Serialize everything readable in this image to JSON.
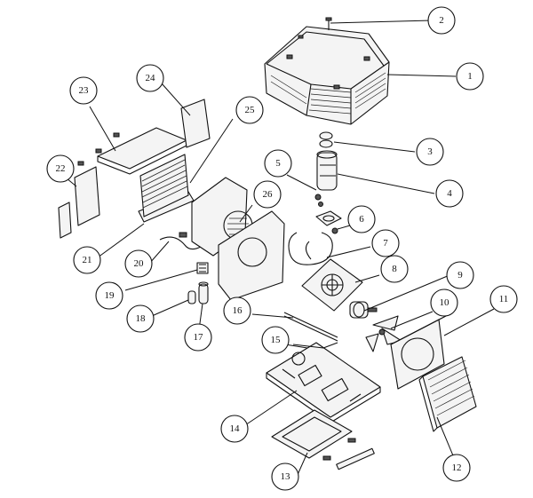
{
  "callouts": [
    {
      "id": 1,
      "number": "1"
    },
    {
      "id": 2,
      "number": "2"
    },
    {
      "id": 3,
      "number": "3"
    },
    {
      "id": 4,
      "number": "4"
    },
    {
      "id": 5,
      "number": "5"
    },
    {
      "id": 6,
      "number": "6"
    },
    {
      "id": 7,
      "number": "7"
    },
    {
      "id": 8,
      "number": "8"
    },
    {
      "id": 9,
      "number": "9"
    },
    {
      "id": 10,
      "number": "10"
    },
    {
      "id": 11,
      "number": "11"
    },
    {
      "id": 12,
      "number": "12"
    },
    {
      "id": 13,
      "number": "13"
    },
    {
      "id": 14,
      "number": "14"
    },
    {
      "id": 15,
      "number": "15"
    },
    {
      "id": 16,
      "number": "16"
    },
    {
      "id": 17,
      "number": "17"
    },
    {
      "id": 18,
      "number": "18"
    },
    {
      "id": 19,
      "number": "19"
    },
    {
      "id": 20,
      "number": "20"
    },
    {
      "id": 21,
      "number": "21"
    },
    {
      "id": 22,
      "number": "22"
    },
    {
      "id": 23,
      "number": "23"
    },
    {
      "id": 24,
      "number": "24"
    },
    {
      "id": 25,
      "number": "25"
    },
    {
      "id": 26,
      "number": "26"
    }
  ]
}
